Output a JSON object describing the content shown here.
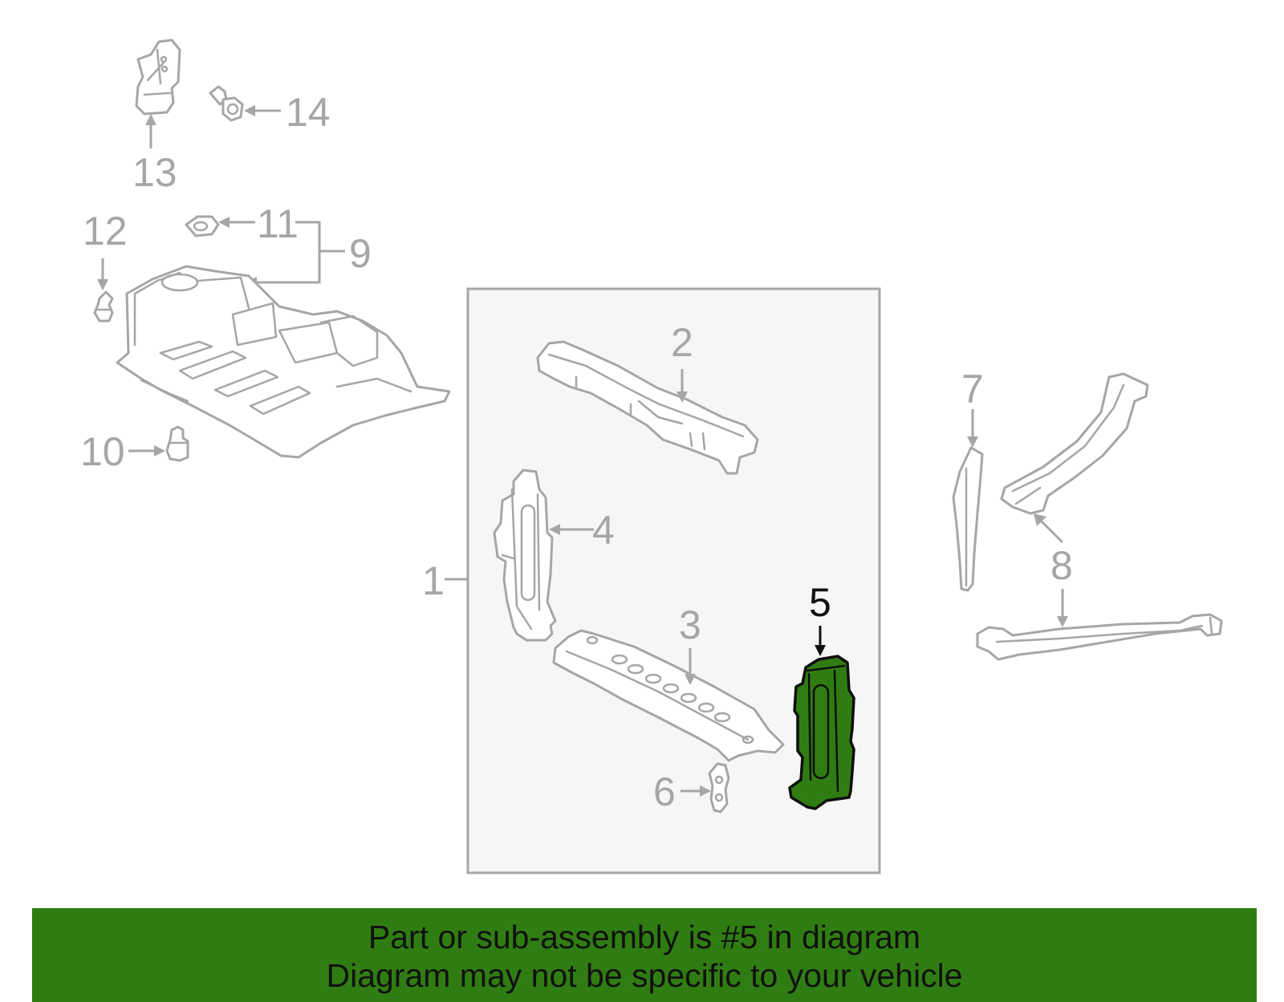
{
  "diagram": {
    "callouts": {
      "c1": "1",
      "c2": "2",
      "c3": "3",
      "c4": "4",
      "c5": "5",
      "c6": "6",
      "c7": "7",
      "c8": "8",
      "c9": "9",
      "c10": "10",
      "c11": "11",
      "c12": "12",
      "c13": "13",
      "c14": "14"
    },
    "highlighted_part": "5",
    "colors": {
      "highlight": "#2f7d12",
      "line": "#a6a6a6",
      "group_box": "#f6f6f6"
    }
  },
  "banner": {
    "line1": "Part or sub-assembly is #5 in diagram",
    "line2": "Diagram may not be specific to your vehicle",
    "color": "#2f7d12"
  }
}
